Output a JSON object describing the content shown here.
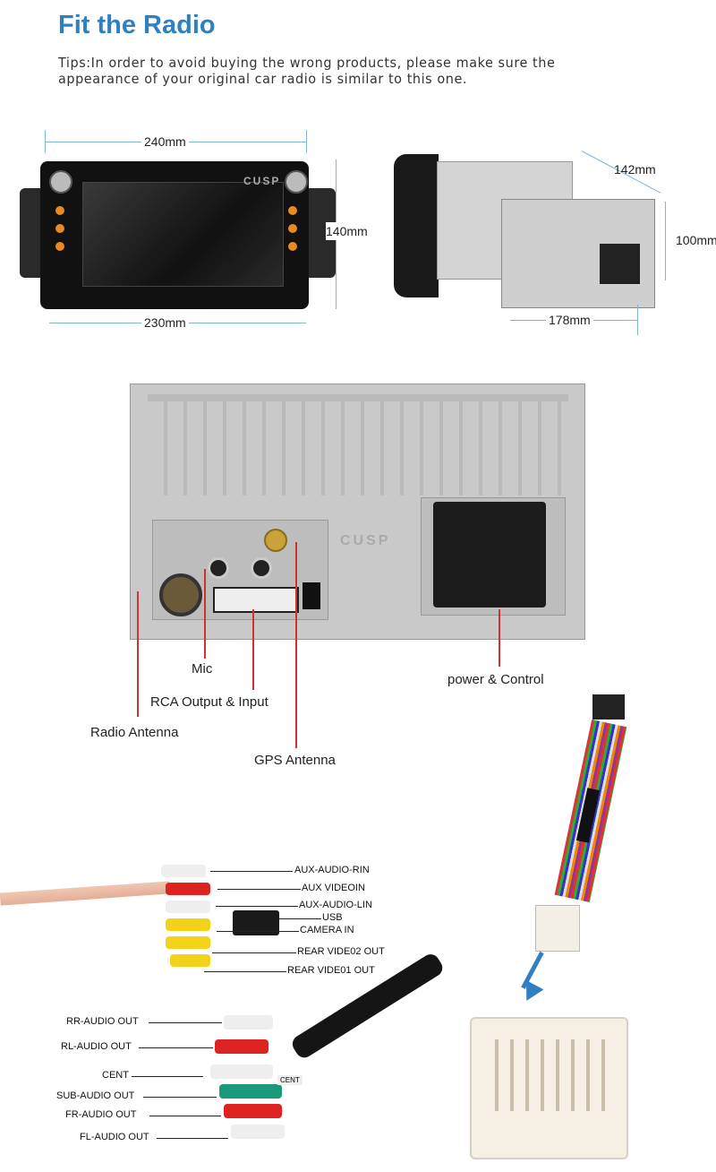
{
  "header": {
    "title": "Fit the Radio",
    "tips": "Tips:In order to avoid buying the wrong products, please make sure the appearance of your original car radio is similar to this one."
  },
  "front_view": {
    "width_top": "240mm",
    "width_bottom": "230mm",
    "height": "140mm",
    "watermark": "CUSP"
  },
  "side_view": {
    "depth_top": "142mm",
    "height": "100mm",
    "depth": "178mm"
  },
  "rear_panel": {
    "watermark": "CUSP",
    "labels": {
      "mic": "Mic",
      "rca": "RCA Output & Input",
      "radio_antenna": "Radio Antenna",
      "gps_antenna": "GPS Antenna",
      "power": "power & Control"
    }
  },
  "rca_cable": {
    "labels": [
      "AUX-AUDIO-RIN",
      "AUX VIDEOIN",
      "AUX-AUDIO-LIN",
      "USB",
      "CAMERA IN",
      "REAR VIDE02 OUT",
      "REAR VIDE01 OUT"
    ]
  },
  "audio_cable": {
    "labels": [
      "RR-AUDIO OUT",
      "RL-AUDIO OUT",
      "CENT",
      "SUB-AUDIO OUT",
      "FR-AUDIO OUT",
      "FL-AUDIO OUT"
    ],
    "tag": "CENT"
  },
  "colors": {
    "title": "#2f80c2",
    "pointer": "#cc3333",
    "arrow": "#2f80c2"
  }
}
